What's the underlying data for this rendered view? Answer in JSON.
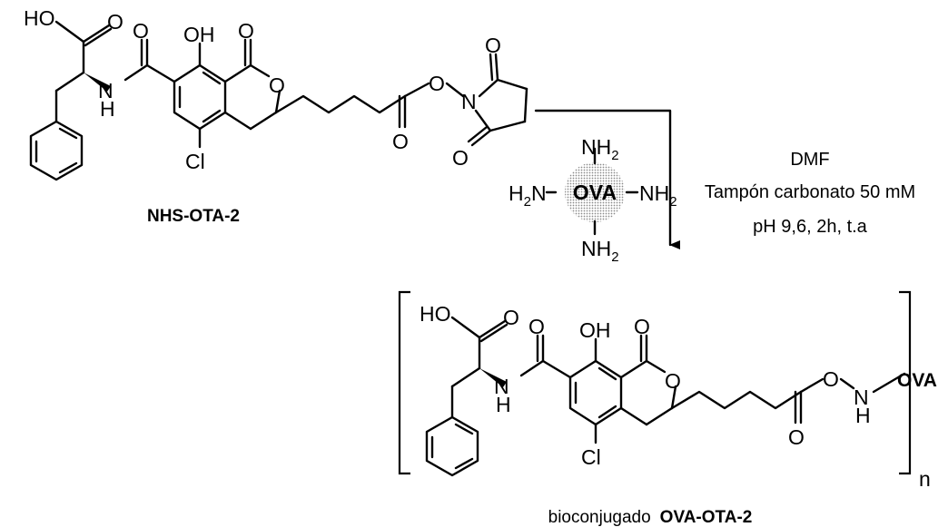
{
  "reactant": {
    "name": "NHS-OTA-2",
    "atoms": {
      "HO": "HO",
      "O": "O",
      "H": "H",
      "N": "N",
      "OH": "OH",
      "Cl": "Cl"
    }
  },
  "reagent": {
    "core": "OVA",
    "amine": "NH",
    "sub2": "2",
    "amine_left": "H",
    "amine_left_n": "N"
  },
  "conditions": {
    "line1": "DMF",
    "line2": "Tampón carbonato 50 mM",
    "line3": "pH 9,6, 2h, t.a"
  },
  "product": {
    "prefix": "bioconjugado",
    "name": "OVA-OTA-2",
    "end_group": "OVA",
    "repeat": "n"
  },
  "colors": {
    "ink": "#000000",
    "background": "#ffffff",
    "dot": "#8a8a8a"
  }
}
